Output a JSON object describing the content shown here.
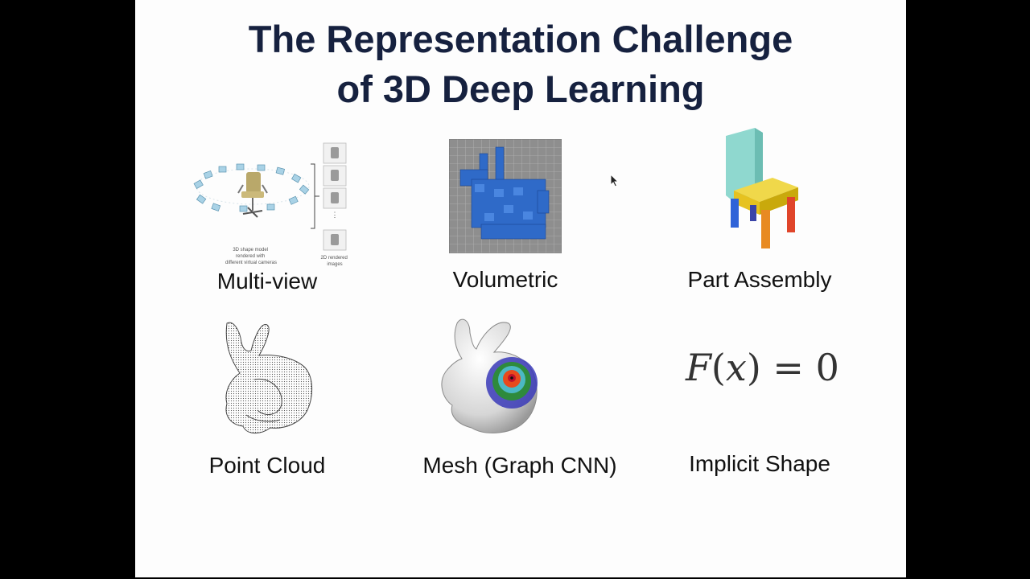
{
  "slide": {
    "title_line1": "The Representation Challenge",
    "title_line2": "of 3D Deep Learning"
  },
  "panels": {
    "multiview": {
      "label": "Multi-view",
      "caption_lines": [
        "3D shape model",
        "rendered with",
        "different virtual cameras"
      ],
      "renders_caption_lines": [
        "2D rendered",
        "images"
      ]
    },
    "volumetric": {
      "label": "Volumetric"
    },
    "part_assembly": {
      "label": "Part Assembly"
    },
    "point_cloud": {
      "label": "Point Cloud"
    },
    "mesh": {
      "label": "Mesh (Graph CNN)"
    },
    "implicit": {
      "label": "Implicit Shape",
      "formula_F": "F",
      "formula_open": "(",
      "formula_x": "x",
      "formula_close": ")",
      "formula_eq": " = 0"
    }
  }
}
